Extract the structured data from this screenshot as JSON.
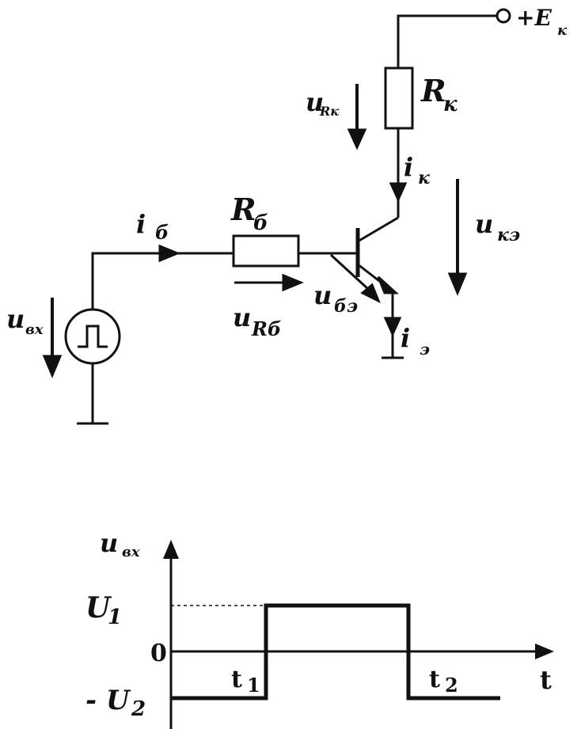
{
  "circuit": {
    "supply_label": "+E",
    "supply_sub": "к",
    "rk_label": "R",
    "rk_sub": "к",
    "rb_label": "R",
    "rb_sub": "б",
    "urk_label": "u",
    "urk_sub": "Rк",
    "ik_label": "i",
    "ik_sub": "к",
    "uke_label": "u",
    "uke_sub": "кэ",
    "ib_label": "i",
    "ib_sub": "б",
    "urb_label": "u",
    "urb_sub": "Rб",
    "ube_label": "u",
    "ube_sub": "бэ",
    "ie_label": "i",
    "ie_sub": "э",
    "uin_label": "u",
    "uin_sub": "вх"
  },
  "chart_data": {
    "type": "line",
    "ylabel": "u",
    "ylabel_sub": "вх",
    "xlabel": "t",
    "y_ticks": [
      {
        "label": "U",
        "sub": "1"
      },
      {
        "label": "0",
        "sub": ""
      },
      {
        "label": "- U",
        "sub": "2"
      }
    ],
    "x_markers": [
      {
        "label": "t",
        "sub": "1"
      },
      {
        "label": "t",
        "sub": "2"
      }
    ],
    "series": [
      {
        "points": [
          [
            "0",
            "-U2"
          ],
          [
            "t1",
            "-U2"
          ],
          [
            "t1",
            "U1"
          ],
          [
            "t2",
            "U1"
          ],
          [
            "t2",
            "-U2"
          ],
          [
            "after t2",
            "-U2"
          ]
        ]
      }
    ]
  }
}
